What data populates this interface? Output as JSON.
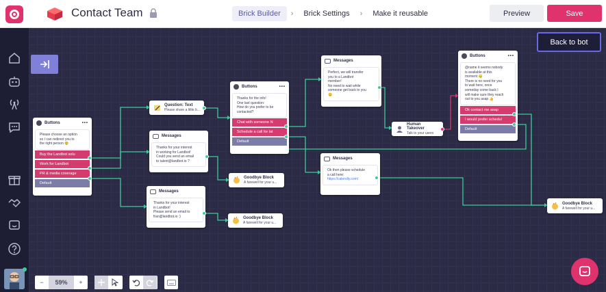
{
  "topbar": {
    "title": "Contact Team",
    "steps": [
      "Brick Builder",
      "Brick Settings",
      "Make it reusable"
    ],
    "active_step": "Brick Builder",
    "preview_label": "Preview",
    "save_label": "Save"
  },
  "canvas": {
    "back_label": "Back to bot",
    "zoom_label": "59%",
    "zoom_minus": "−",
    "zoom_plus": "+"
  },
  "sidebar": {
    "icons": [
      "home-icon",
      "bot-icon",
      "broadcast-icon",
      "chat-icon",
      "gift-icon",
      "handshake-icon",
      "feedback-icon",
      "help-icon"
    ]
  },
  "nodes": {
    "buttons1": {
      "header": "Buttons",
      "text": "Please choose an option\nso I can redirect you to\nthe right person 😊",
      "options": [
        "Buy the Landbot solu",
        "Work for Landbot",
        "PR & media coverage"
      ],
      "default": "Default"
    },
    "question_text": {
      "title": "Question: Text",
      "subtitle": "Please share a little b..."
    },
    "messages1": {
      "header": "Messages",
      "text": "Thanks for your interest\nin working for Landbot!\nCould you send an email\nto talent@landbot.io ?"
    },
    "messages2": {
      "header": "Messages",
      "text": "Thanks for your interest\nin Landbot!\nPlease send an email to\nfran@landbot.io :)"
    },
    "buttons2": {
      "header": "Buttons",
      "text": "Thanks for the info!\nOne last question:\nHow do you prefer to be\ncontacted?",
      "options": [
        "Chat with someone N",
        "Schedule a call for lat"
      ],
      "default": "Default"
    },
    "goodbye1": {
      "title": "Goodbye Block",
      "subtitle": "A farewell for your u..."
    },
    "goodbye2": {
      "title": "Goodbye Block",
      "subtitle": "A farewell for your u..."
    },
    "goodbye3": {
      "title": "Goodbye Block",
      "subtitle": "A farewell for your u..."
    },
    "messages3": {
      "header": "Messages",
      "text": "Perfect, we will transfer\nyou to a Landbot\nmember!\nNo need to wait while\nsomeone get back to you\n😊"
    },
    "messages4": {
      "header": "Messages",
      "text": "Ok then please schedule\na call here:",
      "link": "https://calendly.com/"
    },
    "human_takeover": {
      "title": "Human Takeover",
      "subtitle": "Talk to your users"
    },
    "buttons3": {
      "header": "Buttons",
      "text": "@name it seems nobody\nis available at this\nmoment 😞\nThere is no need for you\nto wait here, once\nsomeday come back I\nwill make sure they reach\nout to you asap 👍",
      "options": [
        "Ok contact me asap",
        "I would prefer schedul"
      ],
      "default": "Default"
    }
  },
  "colors": {
    "accent": "#e0336e",
    "canvas": "#2b2b45",
    "edge": "#3ecb9b",
    "option": "#d43b6f",
    "default_option": "#7c7ca8"
  }
}
